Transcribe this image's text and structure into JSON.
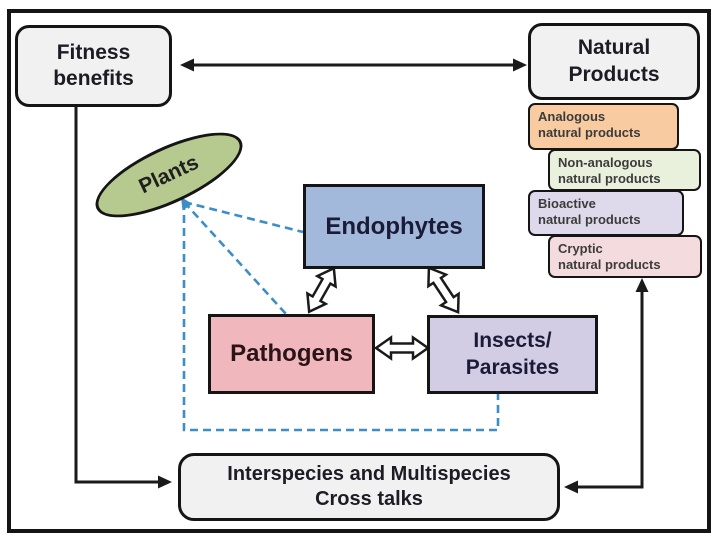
{
  "nodes": {
    "fitness": {
      "line1": "Fitness",
      "line2": "benefits",
      "bg": "#f1f1f2"
    },
    "natural_products": {
      "line1": "Natural",
      "line2": "Products",
      "bg": "#f1f1f2"
    },
    "plants": {
      "label": "Plants",
      "bg": "#b6c98f"
    },
    "endophytes": {
      "label": "Endophytes",
      "bg": "#a2b9dc"
    },
    "pathogens": {
      "label": "Pathogens",
      "bg": "#f0b8bc"
    },
    "insects": {
      "line1": "Insects/",
      "line2": "Parasites",
      "bg": "#d2cce4"
    },
    "crosstalks": {
      "line1": "Interspecies and Multispecies",
      "line2": "Cross talks",
      "bg": "#f1f1f2"
    }
  },
  "product_types": [
    {
      "line1": "Analogous",
      "line2": "natural products",
      "bg": "#f8cba1"
    },
    {
      "line1": "Non-analogous",
      "line2": "natural products",
      "bg": "#e9f1dc"
    },
    {
      "line1": "Bioactive",
      "line2": "natural products",
      "bg": "#ded9eb"
    },
    {
      "line1": "Cryptic",
      "line2": "natural products",
      "bg": "#f3dbde"
    }
  ],
  "colors": {
    "dashed_link": "#3d8ec5",
    "solid_link": "#1a1a1a",
    "node_border": "#151515"
  }
}
